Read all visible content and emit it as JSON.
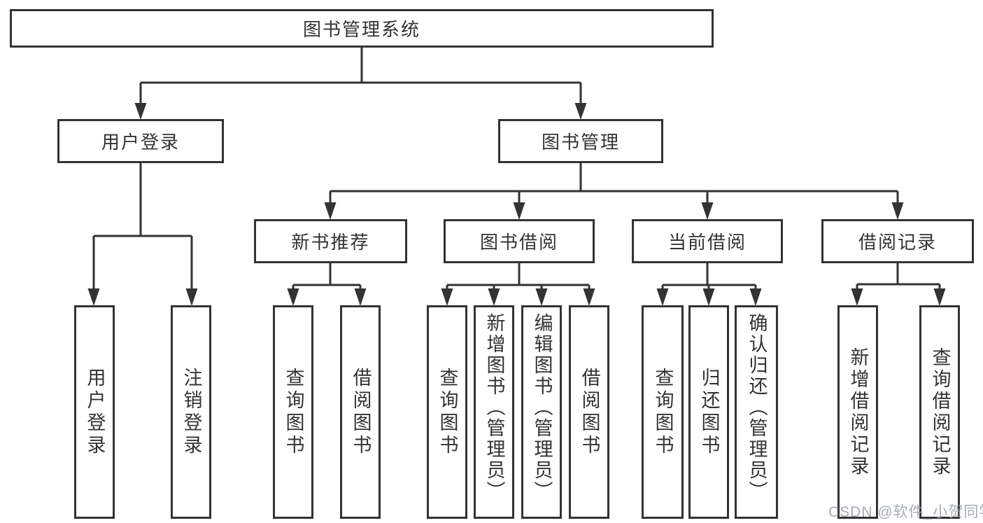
{
  "diagram_title": "图书管理系统",
  "hierarchy": {
    "label": "图书管理系统",
    "children": [
      {
        "label": "用户登录",
        "children": [
          {
            "label": "用户登录"
          },
          {
            "label": "注销登录"
          }
        ]
      },
      {
        "label": "图书管理",
        "children": [
          {
            "label": "新书推荐",
            "children": [
              {
                "label": "查询图书"
              },
              {
                "label": "借阅图书"
              }
            ]
          },
          {
            "label": "图书借阅",
            "children": [
              {
                "label": "查询图书"
              },
              {
                "label": "新增图书（管理员）"
              },
              {
                "label": "编辑图书（管理员）"
              },
              {
                "label": "借阅图书"
              }
            ]
          },
          {
            "label": "当前借阅",
            "children": [
              {
                "label": "查询图书"
              },
              {
                "label": "归还图书"
              },
              {
                "label": "确认归还（管理员）"
              }
            ]
          },
          {
            "label": "借阅记录",
            "children": [
              {
                "label": "新增借阅记录"
              },
              {
                "label": "查询借阅记录"
              }
            ]
          }
        ]
      }
    ]
  },
  "watermark": {
    "text": "CSDN @软件_小贺同学"
  },
  "colors": {
    "line": "#333333",
    "box_border": "#333333",
    "text": "#333333",
    "background": "#ffffff",
    "watermark": "#9ca2ac"
  }
}
